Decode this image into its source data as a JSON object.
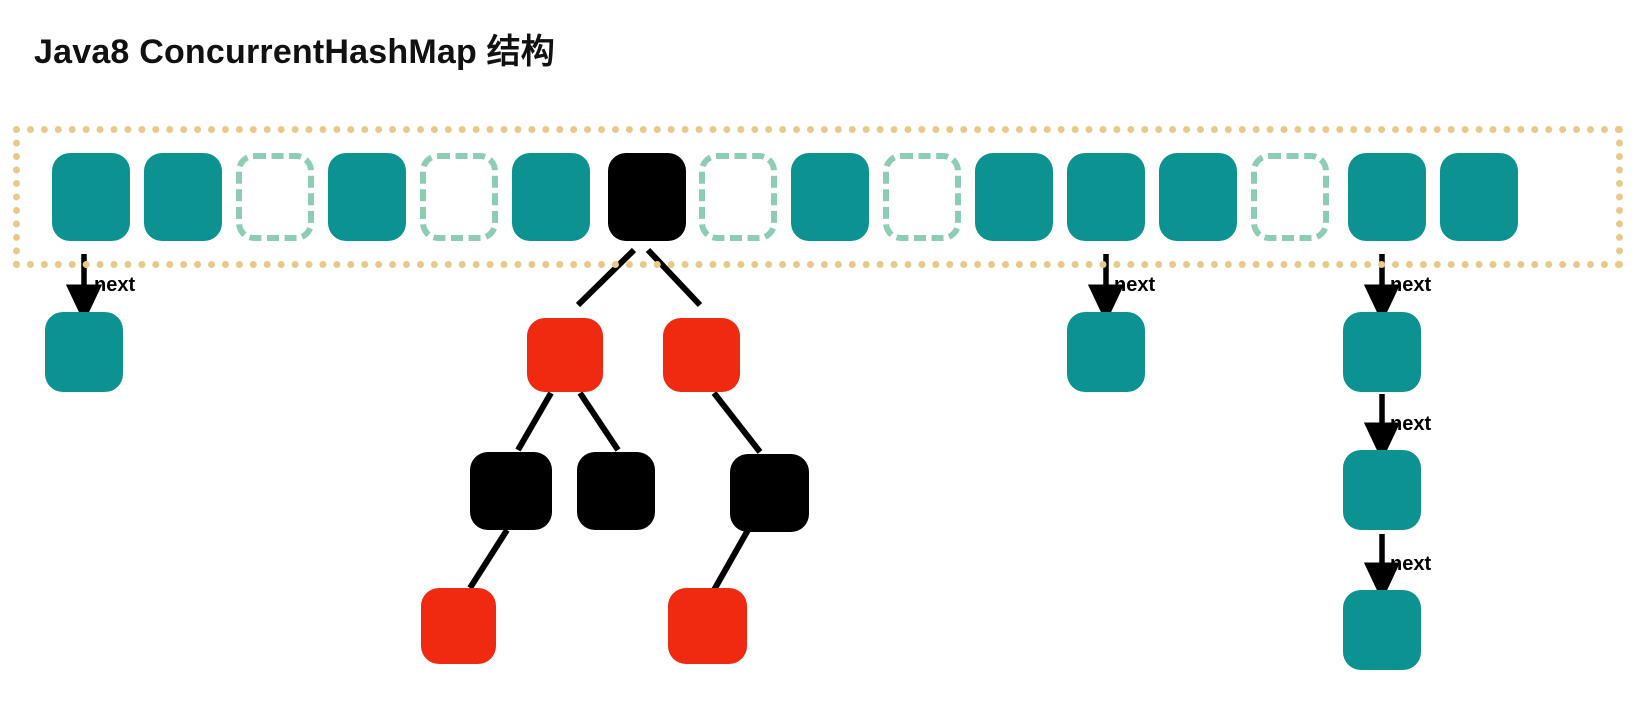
{
  "title": "Java8 ConcurrentHashMap 结构",
  "colors": {
    "teal": "#0c9391",
    "red": "#ef2a10",
    "black": "#000000",
    "array_border": "#e8c989",
    "empty_cell_border": "#8ccdb4",
    "background": "#ffffff",
    "edge": "#000000"
  },
  "array": {
    "name": "hash-table-array",
    "cell_count": 16,
    "cells": [
      {
        "index": 0,
        "state": "occupied",
        "color": "teal",
        "has_chain": true
      },
      {
        "index": 1,
        "state": "occupied",
        "color": "teal",
        "has_chain": false
      },
      {
        "index": 2,
        "state": "empty",
        "color": "none",
        "has_chain": false
      },
      {
        "index": 3,
        "state": "occupied",
        "color": "teal",
        "has_chain": false
      },
      {
        "index": 4,
        "state": "empty",
        "color": "none",
        "has_chain": false
      },
      {
        "index": 5,
        "state": "occupied",
        "color": "teal",
        "has_chain": false
      },
      {
        "index": 6,
        "state": "occupied",
        "color": "black",
        "has_chain": true
      },
      {
        "index": 7,
        "state": "empty",
        "color": "none",
        "has_chain": false
      },
      {
        "index": 8,
        "state": "occupied",
        "color": "teal",
        "has_chain": false
      },
      {
        "index": 9,
        "state": "empty",
        "color": "none",
        "has_chain": false
      },
      {
        "index": 10,
        "state": "occupied",
        "color": "teal",
        "has_chain": false
      },
      {
        "index": 11,
        "state": "occupied",
        "color": "teal",
        "has_chain": true
      },
      {
        "index": 12,
        "state": "occupied",
        "color": "teal",
        "has_chain": false
      },
      {
        "index": 13,
        "state": "empty",
        "color": "none",
        "has_chain": false
      },
      {
        "index": 14,
        "state": "occupied",
        "color": "teal",
        "has_chain": true
      },
      {
        "index": 15,
        "state": "occupied",
        "color": "teal",
        "has_chain": false
      }
    ]
  },
  "chains": [
    {
      "name": "chain-bucket-0",
      "source_cell_index": 0,
      "nodes": [
        {
          "id": "c0-n1",
          "color": "teal"
        }
      ],
      "links": [
        {
          "label": "next"
        }
      ]
    },
    {
      "name": "chain-bucket-11",
      "source_cell_index": 11,
      "nodes": [
        {
          "id": "c11-n1",
          "color": "teal"
        }
      ],
      "links": [
        {
          "label": "next"
        }
      ]
    },
    {
      "name": "chain-bucket-14",
      "source_cell_index": 14,
      "nodes": [
        {
          "id": "c14-n1",
          "color": "teal"
        },
        {
          "id": "c14-n2",
          "color": "teal"
        },
        {
          "id": "c14-n3",
          "color": "teal"
        }
      ],
      "links": [
        {
          "label": "next"
        },
        {
          "label": "next"
        },
        {
          "label": "next"
        }
      ]
    }
  ],
  "tree": {
    "name": "red-black-tree-bucket-6",
    "source_cell_index": 6,
    "nodes": [
      {
        "id": "t-root-left",
        "color": "red",
        "level": 1
      },
      {
        "id": "t-root-right",
        "color": "red",
        "level": 1
      },
      {
        "id": "t-l-left",
        "color": "black",
        "level": 2
      },
      {
        "id": "t-l-right",
        "color": "black",
        "level": 2
      },
      {
        "id": "t-r-right",
        "color": "black",
        "level": 2
      },
      {
        "id": "t-ll-left",
        "color": "red",
        "level": 3
      },
      {
        "id": "t-rr-left",
        "color": "red",
        "level": 3
      }
    ],
    "edges": [
      {
        "from": "bucket-6",
        "to": "t-root-left"
      },
      {
        "from": "bucket-6",
        "to": "t-root-right"
      },
      {
        "from": "t-root-left",
        "to": "t-l-left"
      },
      {
        "from": "t-root-left",
        "to": "t-l-right"
      },
      {
        "from": "t-root-right",
        "to": "t-r-right"
      },
      {
        "from": "t-l-left",
        "to": "t-ll-left"
      },
      {
        "from": "t-r-right",
        "to": "t-rr-left"
      }
    ]
  },
  "labels": {
    "next": "next"
  }
}
